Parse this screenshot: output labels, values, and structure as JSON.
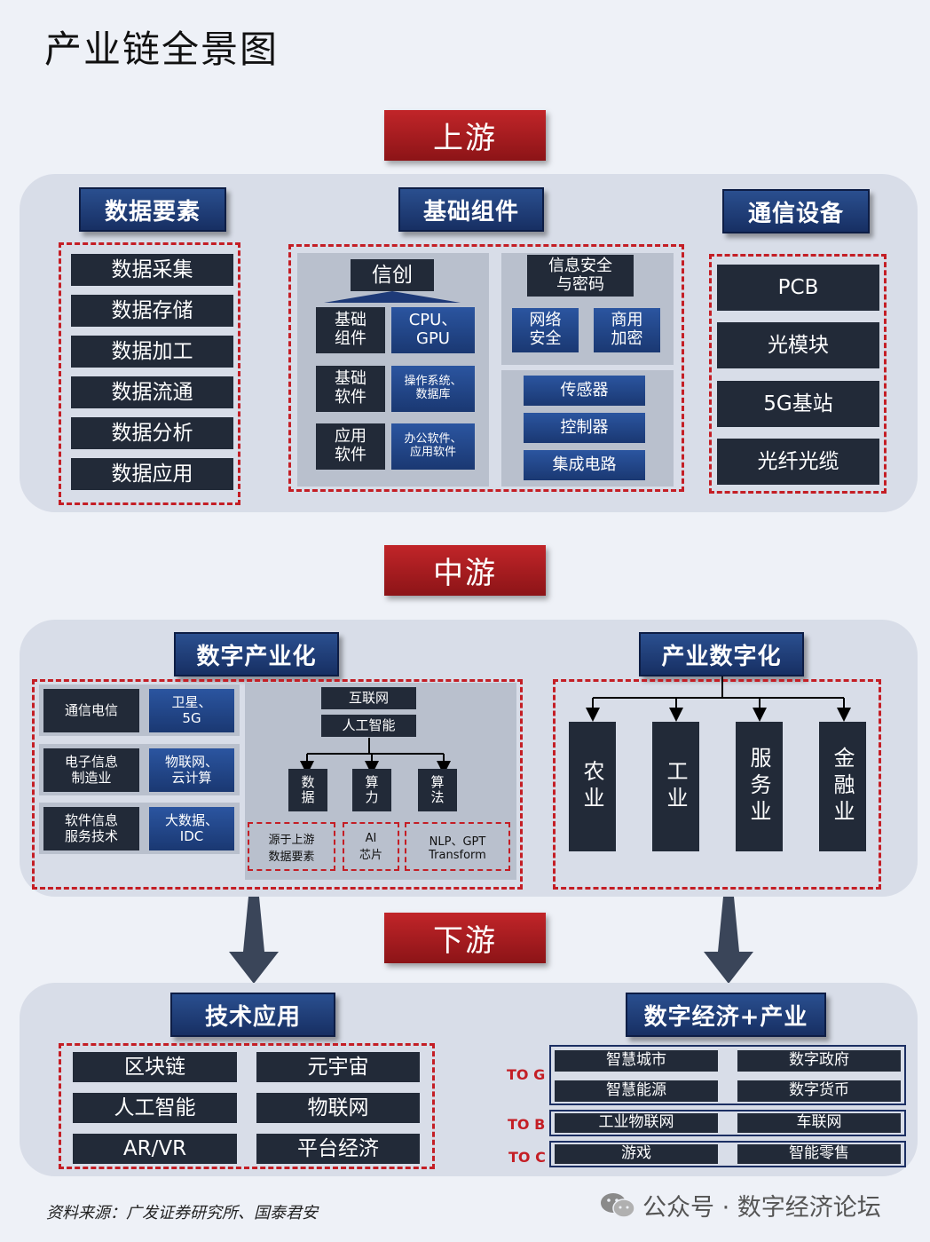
{
  "title": "产业链全景图",
  "stages": {
    "upstream": "上游",
    "midstream": "中游",
    "downstream": "下游"
  },
  "upstream": {
    "data_elements": {
      "header": "数据要素",
      "items": [
        "数据采集",
        "数据存储",
        "数据加工",
        "数据流通",
        "数据分析",
        "数据应用"
      ]
    },
    "basic_components": {
      "header": "基础组件",
      "xinchuang": {
        "label": "信创",
        "rows": [
          {
            "left": "基础\n组件",
            "right": "CPU、\nGPU"
          },
          {
            "left": "基础\n软件",
            "right": "操作系统、\n数据库"
          },
          {
            "left": "应用\n软件",
            "right": "办公软件、\n应用软件"
          }
        ]
      },
      "security": {
        "label": "信息安全\n与密码",
        "items": [
          "网络\n安全",
          "商用\n加密"
        ]
      },
      "hardware": [
        "传感器",
        "控制器",
        "集成电路"
      ]
    },
    "comm_equipment": {
      "header": "通信设备",
      "items": [
        "PCB",
        "光模块",
        "5G基站",
        "光纤光缆"
      ]
    }
  },
  "midstream": {
    "digital_industrialization": {
      "header": "数字产业化",
      "rows": [
        {
          "left": "通信电信",
          "right": "卫星、\n5G"
        },
        {
          "left": "电子信息\n制造业",
          "right": "物联网、\n云计算"
        },
        {
          "left": "软件信息\n服务技术",
          "right": "大数据、\nIDC"
        }
      ],
      "ai": {
        "internet": "互联网",
        "ai": "人工智能",
        "pillars": [
          "数\n据",
          "算\n力",
          "算\n法"
        ],
        "notes": [
          "源于上游\n数据要素",
          "AI\n芯片",
          "NLP、GPT\nTransform"
        ]
      }
    },
    "industry_digitalization": {
      "header": "产业数字化",
      "items": [
        "农业",
        "工业",
        "服务业",
        "金融业"
      ]
    }
  },
  "downstream": {
    "tech_apps": {
      "header": "技术应用",
      "items": [
        "区块链",
        "元宇宙",
        "人工智能",
        "物联网",
        "AR/VR",
        "平台经济"
      ]
    },
    "digital_economy": {
      "header": "数字经济+产业",
      "to_g": {
        "label": "TO G",
        "items": [
          "智慧城市",
          "数字政府",
          "智慧能源",
          "数字货币"
        ]
      },
      "to_b": {
        "label": "TO B",
        "items": [
          "工业物联网",
          "车联网"
        ]
      },
      "to_c": {
        "label": "TO C",
        "items": [
          "游戏",
          "智能零售"
        ]
      }
    }
  },
  "source": "资料来源：广发证券研究所、国泰君安",
  "watermark": "公众号 · 数字经济论坛",
  "colors": {
    "stage_red": "#b3201f",
    "navy_header": "#1f3d78",
    "dark_box": "#222a38",
    "dash_red": "#c41e25"
  }
}
